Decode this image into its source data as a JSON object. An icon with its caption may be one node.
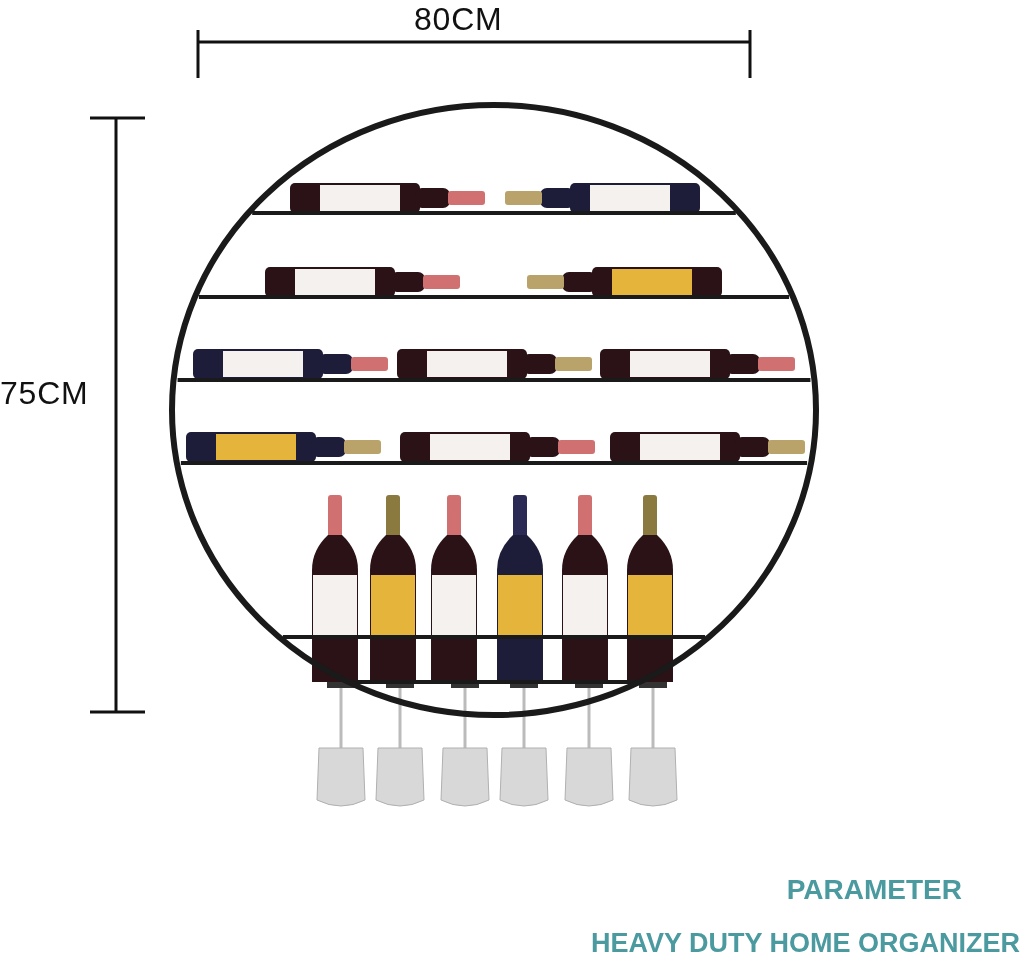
{
  "diagram": {
    "labels": [
      "80CM",
      "75CM",
      "PARAMETER",
      "HEAVY DUTY HOME ORGANIZER"
    ]
  }
}
